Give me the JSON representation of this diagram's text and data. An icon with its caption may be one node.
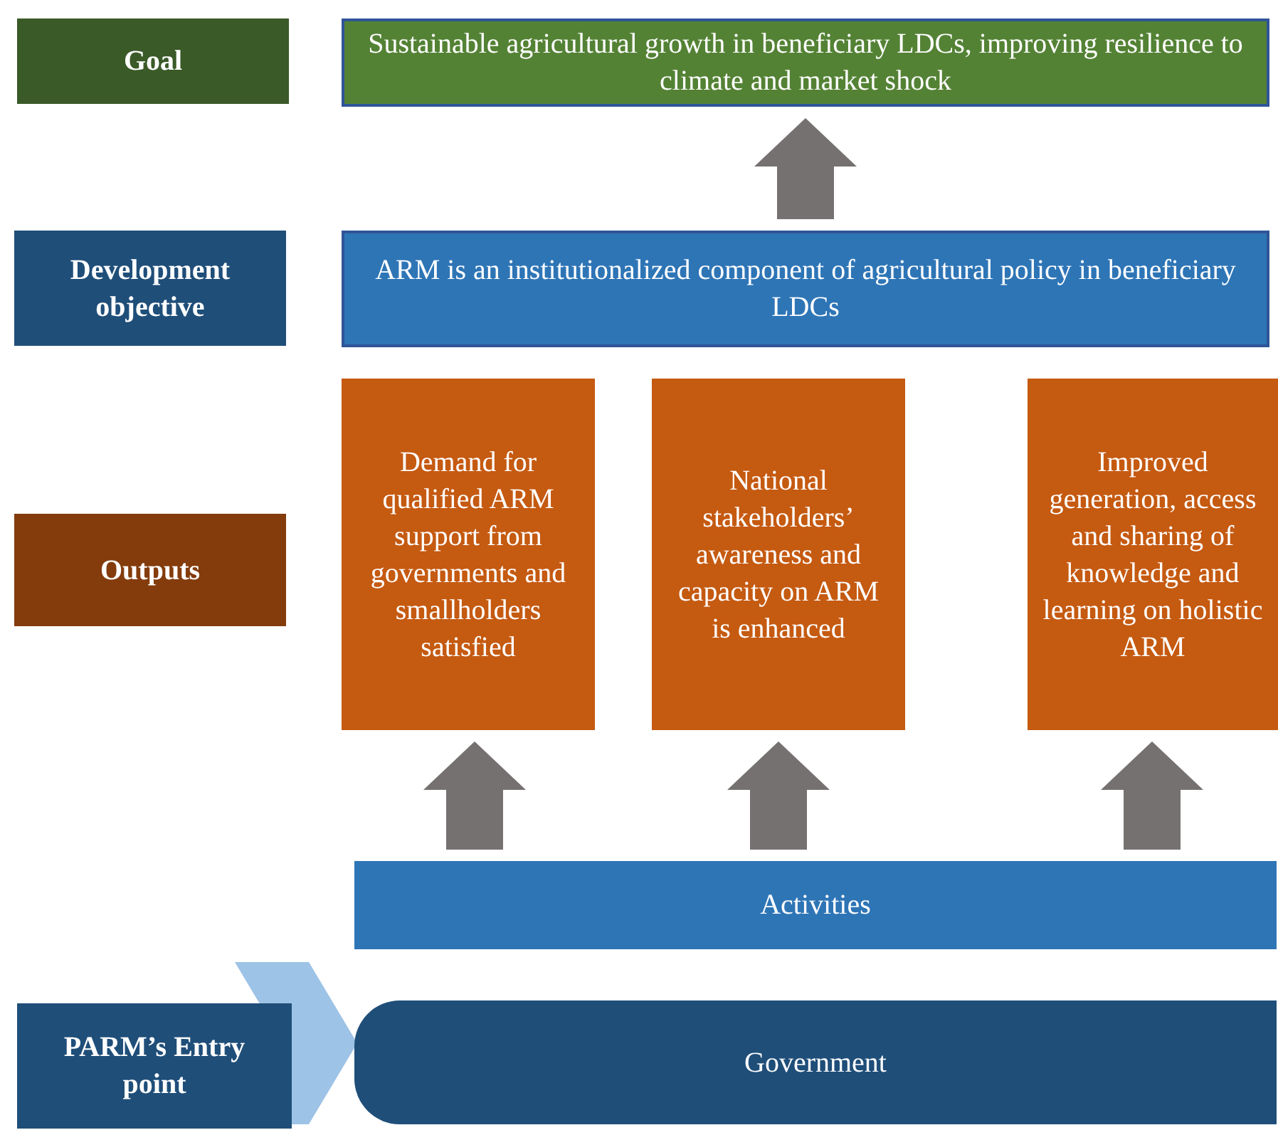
{
  "diagram": {
    "nodes": [
      {
        "text": [
          "Goal"
        ]
      },
      {
        "text": [
          "Sustainable agricultural growth in beneficiary LDCs, improving resilience to climate and market shock"
        ]
      },
      {
        "text": [
          "Development objective"
        ]
      },
      {
        "text": [
          "ARM is an institutionalized component of agricultural policy in beneficiary LDCs"
        ]
      },
      {
        "text": [
          "Outputs"
        ]
      },
      {
        "text": [
          "Demand for qualified ARM support from governments and smallholders satisfied"
        ]
      },
      {
        "text": [
          "National stakeholders’ awareness and capacity on ARM is enhanced"
        ]
      },
      {
        "text": [
          "Improved generation, access and sharing of knowledge and learning on holistic ARM"
        ]
      },
      {
        "text": [
          "Activities"
        ]
      },
      {
        "text": [
          "PARM’s Entry point"
        ]
      },
      {
        "text": [
          "Government"
        ]
      }
    ],
    "edges": [
      {
        "from": 3,
        "to": 1,
        "arrow": "to"
      },
      {
        "from": 8,
        "to": 5,
        "arrow": "to"
      },
      {
        "from": 8,
        "to": 6,
        "arrow": "to"
      },
      {
        "from": 8,
        "to": 7,
        "arrow": "to"
      },
      {
        "from": 9,
        "to": 10,
        "arrow": "to"
      }
    ]
  }
}
